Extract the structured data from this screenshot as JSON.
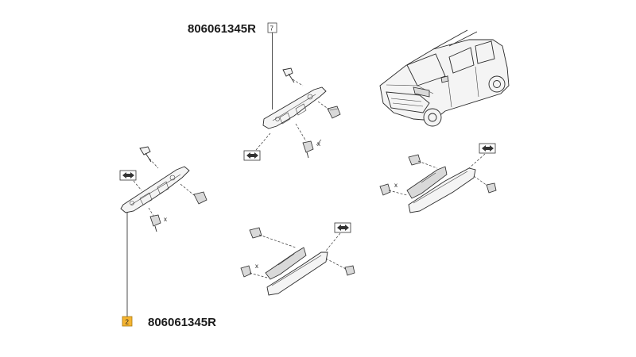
{
  "callouts": {
    "top": {
      "part_number": "806061345R",
      "ref": "7"
    },
    "bottom": {
      "part_number": "806061345R",
      "ref": "2"
    }
  },
  "colors": {
    "highlight_ref": "#f5b431",
    "line": "#2a2a2a"
  }
}
